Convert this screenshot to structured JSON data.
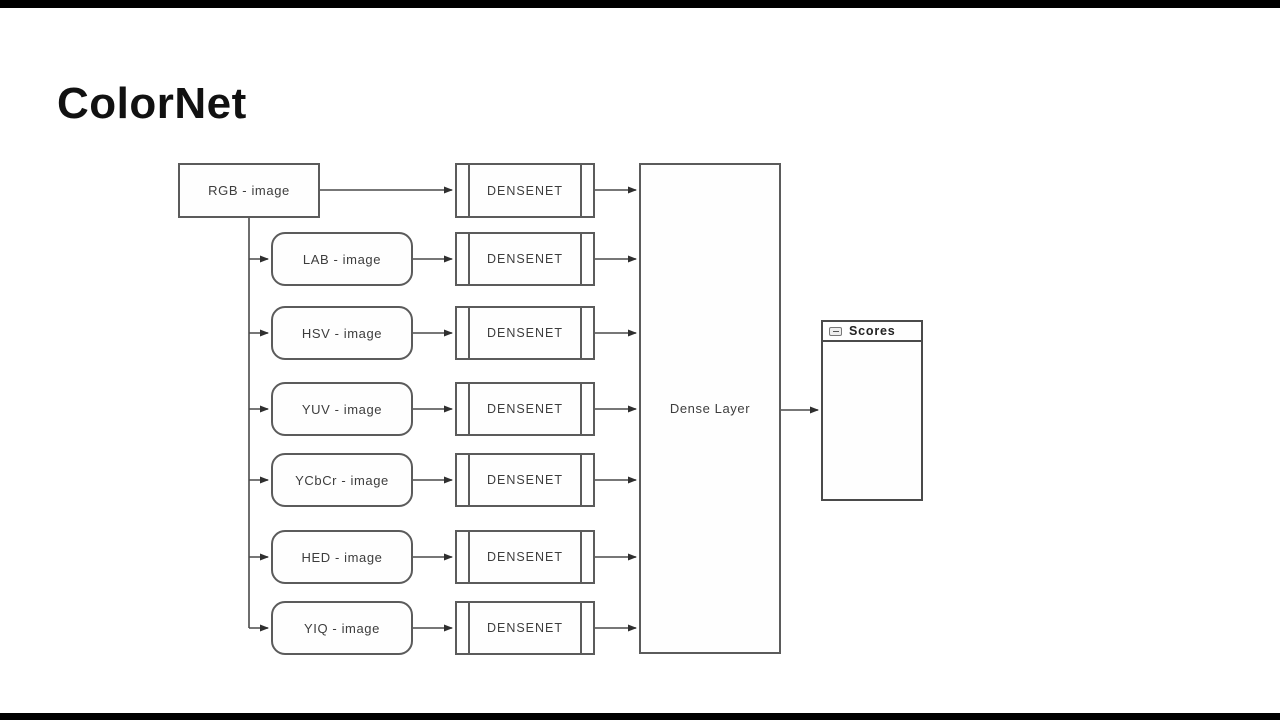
{
  "title": "ColorNet",
  "diagram": {
    "rows": [
      {
        "label": "RGB - image",
        "densenet": "DENSENET"
      },
      {
        "label": "LAB - image",
        "densenet": "DENSENET"
      },
      {
        "label": "HSV - image",
        "densenet": "DENSENET"
      },
      {
        "label": "YUV - image",
        "densenet": "DENSENET"
      },
      {
        "label": "YCbCr - image",
        "densenet": "DENSENET"
      },
      {
        "label": "HED - image",
        "densenet": "DENSENET"
      },
      {
        "label": "YIQ - image",
        "densenet": "DENSENET"
      }
    ],
    "dense_layer_label": "Dense Layer",
    "scores_label": "Scores",
    "line_color": "#4a4a4a",
    "background_color": "#ffffff"
  }
}
